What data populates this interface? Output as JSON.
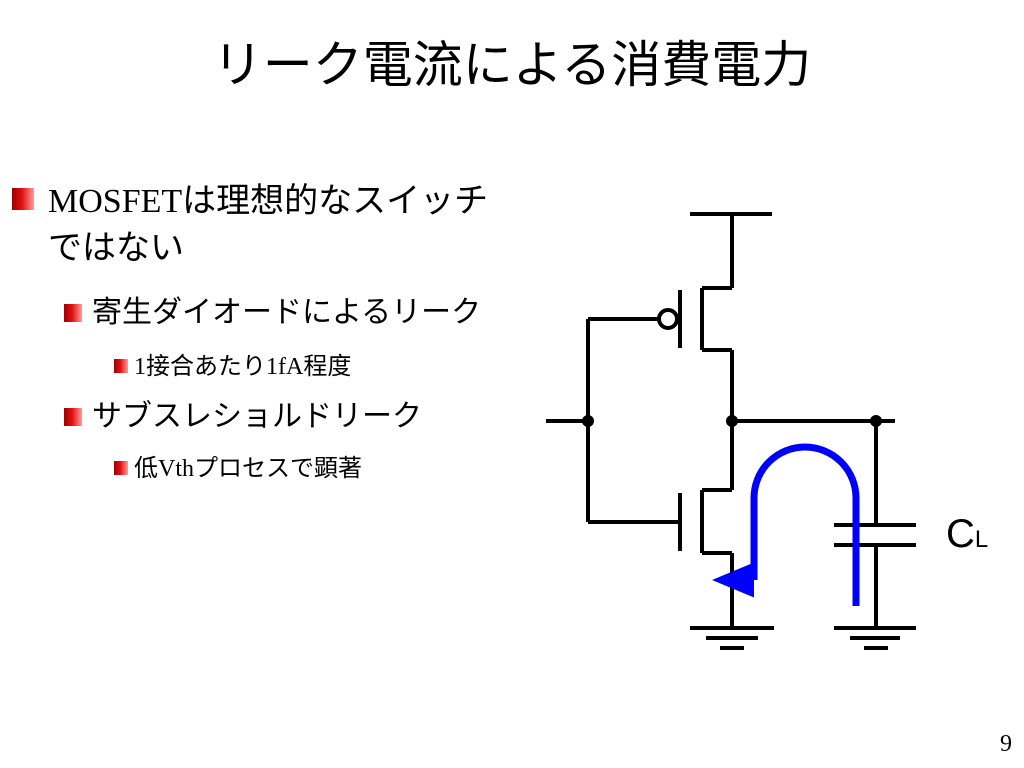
{
  "slide": {
    "title": "リーク電流による消費電力",
    "page_number": "9"
  },
  "bullets": {
    "b1_latin": "MOSFET",
    "b1_text": "は理想的なスイッチではない",
    "b1_1": "寄生ダイオードによるリーク",
    "b1_1_1_num": "1",
    "b1_1_1_text": "接合あたり",
    "b1_1_1_val": "1fA",
    "b1_1_1_tail": "程度",
    "b1_2": "サブスレショルドリーク",
    "b1_2_1_head": "低",
    "b1_2_1_latin": "Vth",
    "b1_2_1_tail": "プロセスで顕著"
  },
  "diagram": {
    "capacitor_label": "C",
    "capacitor_sub": "L",
    "wire_color": "#000000",
    "leak_arrow_color": "#0000ff",
    "marker_color": "#e01010"
  }
}
